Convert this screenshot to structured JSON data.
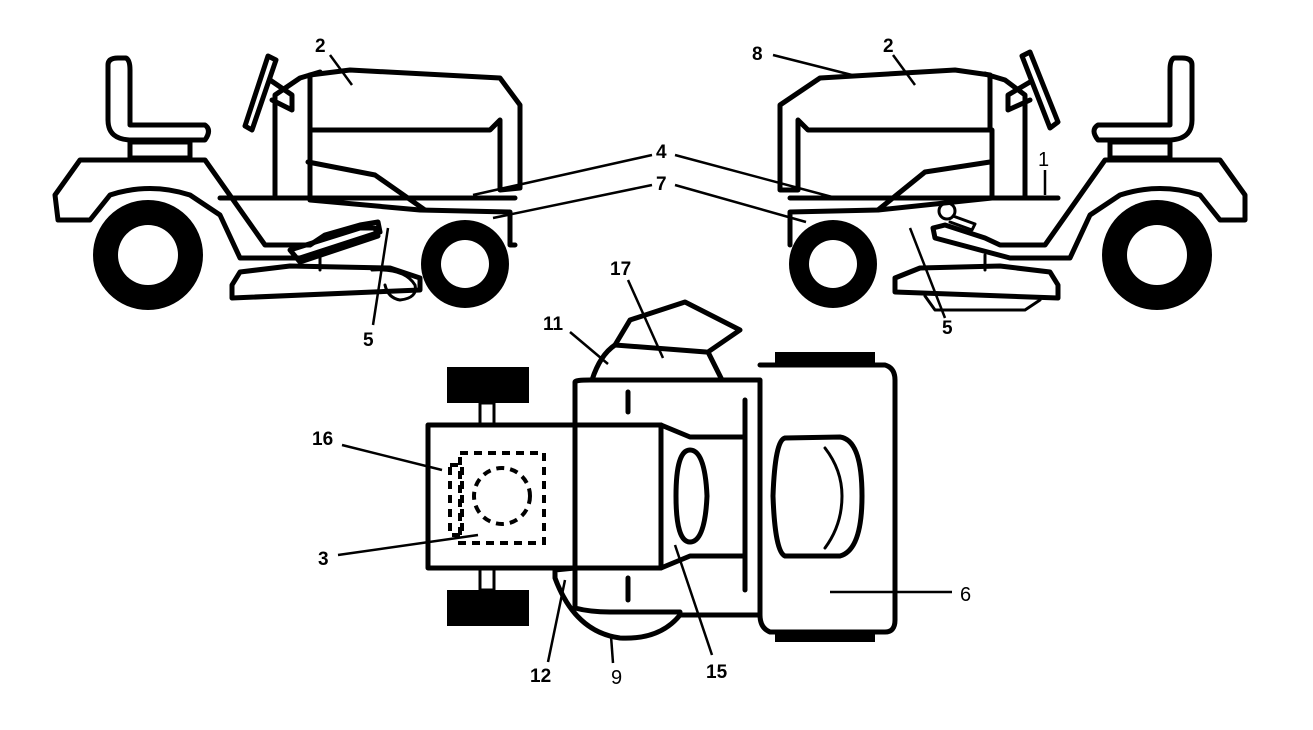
{
  "callouts": {
    "c1": "1",
    "c2_left": "2",
    "c2_right": "2",
    "c3": "3",
    "c4": "4",
    "c5_left": "5",
    "c5_right": "5",
    "c6": "6",
    "c7": "7",
    "c8": "8",
    "c9": "9",
    "c11": "11",
    "c12": "12",
    "c15": "15",
    "c16": "16",
    "c17": "17"
  }
}
